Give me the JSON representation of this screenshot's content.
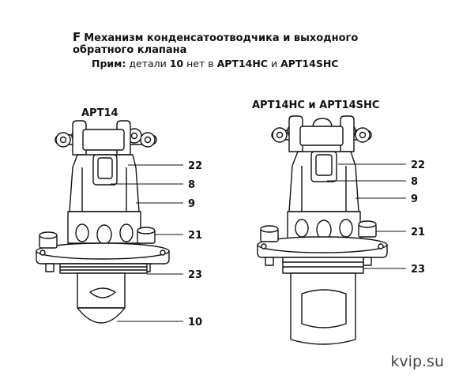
{
  "header": {
    "section_letter": "F",
    "title_line1": "Механизм конденсатоотводчика и выходного",
    "title_line2": "обратного клапана",
    "note_label": "Прим:",
    "note_text_1": " детали ",
    "note_part": "10",
    "note_text_2": " нет в ",
    "note_model_a": "APT14HC",
    "note_text_3": " и ",
    "note_model_b": "APT14SHC"
  },
  "assemblies": {
    "left_label": "APT14",
    "right_label": "APT14HC и APT14SHC"
  },
  "callouts": {
    "left": [
      "22",
      "8",
      "9",
      "21",
      "23",
      "10"
    ],
    "right": [
      "22",
      "8",
      "9",
      "21",
      "23"
    ]
  },
  "watermark": "kvip.su"
}
